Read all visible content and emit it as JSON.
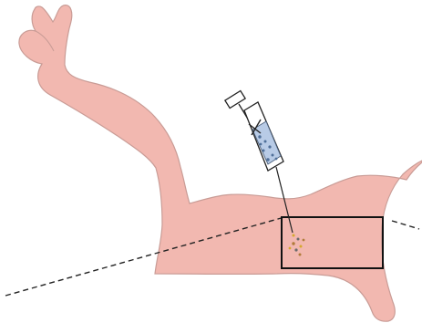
{
  "diagram": {
    "colors": {
      "background": "#ffffff",
      "arm_fill": "#f2b8b0",
      "arm_stroke": "#c99c96",
      "outline": "#111111",
      "syringe_fill": "#ffffff",
      "drug_fill": "#b8cbe6",
      "drug_dots": "#4f6f99",
      "injection_dots": [
        "#d6a82e",
        "#6b6b6b",
        "#b07b3a"
      ]
    },
    "elements": {
      "arm": "arm-illustration",
      "syringe": "syringe",
      "injection_site_box": "injection-site-box",
      "dashed_line": "dashed-reference-line"
    }
  }
}
